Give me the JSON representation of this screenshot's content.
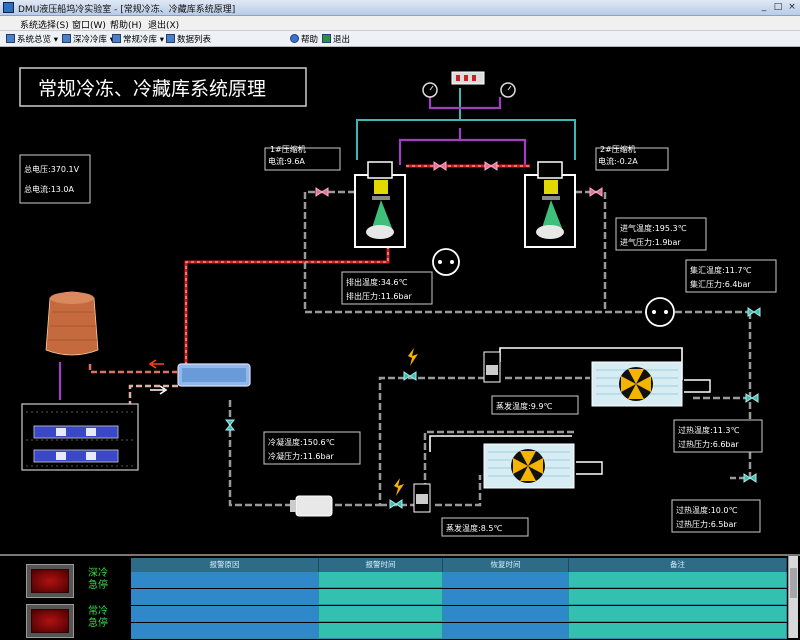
{
  "window": {
    "title": "DMU液压船坞冷实验室 - [常规冷冻、冷藏库系统原理]",
    "controls": [
      "_",
      "□",
      "×"
    ]
  },
  "menu": [
    "系统选择(S)",
    "窗口(W)",
    "帮助(H)",
    "退出(X)"
  ],
  "toolbar": {
    "items": [
      {
        "label": "系统总览",
        "icon": "overview-icon",
        "dropdown": true
      },
      {
        "label": "深冷冷库",
        "icon": "deepfreeze-icon",
        "dropdown": true
      },
      {
        "label": "常规冷库",
        "icon": "coldstore-icon",
        "dropdown": true
      },
      {
        "label": "数据列表",
        "icon": "datalist-icon",
        "dropdown": false
      }
    ],
    "help_label": "帮助",
    "exit_label": "退出"
  },
  "diagram": {
    "heading": "常规冷冻、冷藏库系统原理",
    "voltage_label": "总电压:370.1V",
    "current_label": "总电流:13.0A",
    "compressor1": {
      "name": "1#压缩机",
      "current": "电流:9.6A"
    },
    "compressor2": {
      "name": "2#压缩机",
      "current": "电流:-0.2A"
    },
    "discharge": {
      "temp": "排出温度:34.6℃",
      "pressure": "排出压力:11.6bar"
    },
    "inlet": {
      "temp": "进气温度:195.3℃",
      "pressure": "进气压力:1.9bar"
    },
    "collector": {
      "temp": "集汇温度:11.7℃",
      "pressure": "集汇压力:6.4bar"
    },
    "condensing": {
      "temp": "冷凝温度:150.6℃",
      "pressure": "冷凝压力:11.6bar"
    },
    "evaporator1": {
      "temp": "蒸发温度:9.9℃"
    },
    "evaporator2": {
      "temp": "蒸发温度:8.5℃"
    },
    "superheat1": {
      "temp": "过热温度:11.3℃",
      "pressure": "过热压力:6.6bar"
    },
    "superheat2": {
      "temp": "过热温度:10.0℃",
      "pressure": "过热压力:6.5bar"
    },
    "colors": {
      "hot_pipe": "#d42020",
      "cool_pipe": "#9a9a9a",
      "cyan_pipe": "#3fb6b6",
      "purple_pipe": "#a040c0",
      "fan": "#f5b400"
    }
  },
  "bottom": {
    "estop1_label": "深冷急停",
    "estop2_label": "常冷急停",
    "table_headers": [
      "报警原因",
      "报警时间",
      "恢复时间",
      "备注"
    ]
  }
}
